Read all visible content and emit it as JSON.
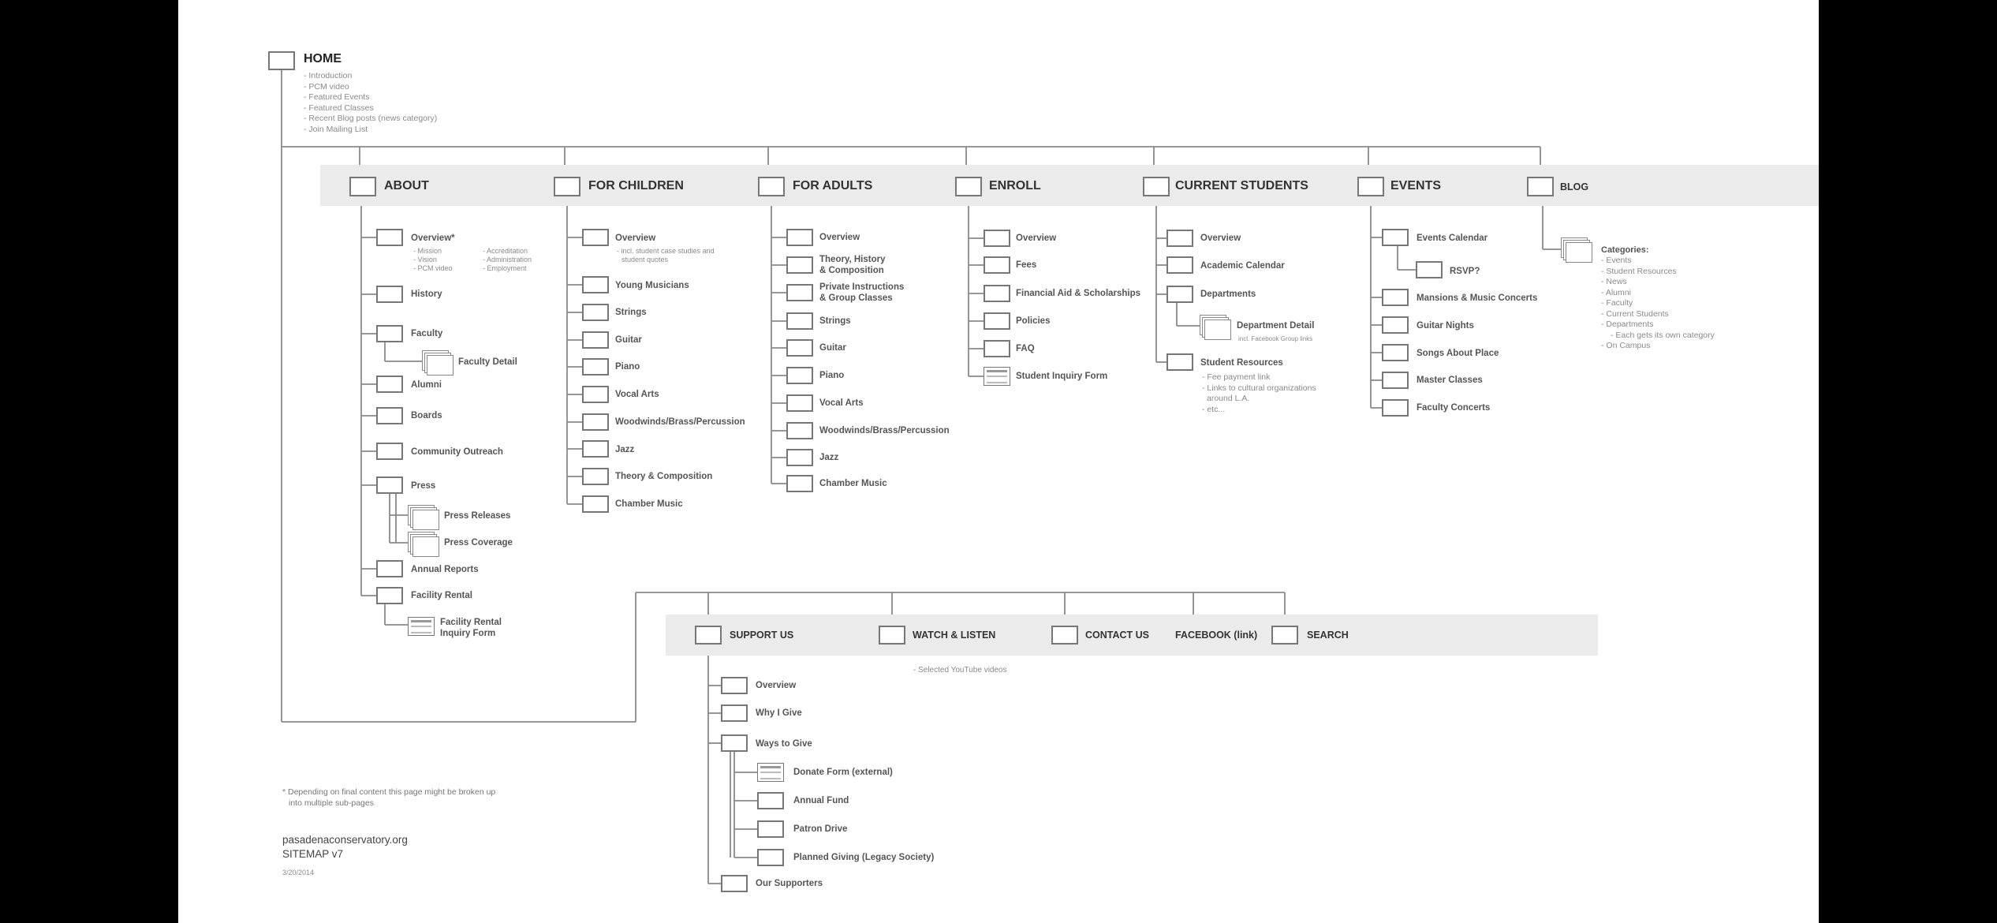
{
  "home": {
    "label": "HOME",
    "notes": [
      "- Introduction",
      "- PCM video",
      "- Featured Events",
      "- Featured Classes",
      "- Recent Blog posts (news category)",
      "- Join Mailing List"
    ]
  },
  "sections": {
    "about": {
      "label": "ABOUT",
      "items": [
        {
          "label": "Overview*"
        },
        {
          "label": "History"
        },
        {
          "label": "Faculty"
        },
        {
          "label": "Alumni"
        },
        {
          "label": "Boards"
        },
        {
          "label": "Community Outreach"
        },
        {
          "label": "Press"
        },
        {
          "label": "Annual Reports"
        },
        {
          "label": "Facility Rental"
        }
      ],
      "overview_notes_left": [
        "- Mission",
        "- Vision",
        "- PCM video"
      ],
      "overview_notes_right": [
        "- Accreditation",
        "- Administration",
        "- Employment"
      ],
      "faculty_detail": "Faculty Detail",
      "press_children": [
        "Press Releases",
        "Press Coverage"
      ],
      "facility_form": [
        "Facility Rental",
        "Inquiry Form"
      ]
    },
    "children": {
      "label": "FOR CHILDREN",
      "items": [
        {
          "label": "Overview"
        },
        {
          "label": "Young Musicians"
        },
        {
          "label": "Strings"
        },
        {
          "label": "Guitar"
        },
        {
          "label": "Piano"
        },
        {
          "label": "Vocal Arts"
        },
        {
          "label": "Woodwinds/Brass/Percussion"
        },
        {
          "label": "Jazz"
        },
        {
          "label": "Theory & Composition"
        },
        {
          "label": "Chamber Music"
        }
      ],
      "overview_notes": [
        "- incl. student case studies and",
        "student quotes"
      ]
    },
    "adults": {
      "label": "FOR ADULTS",
      "items": [
        {
          "lines": [
            "Overview"
          ]
        },
        {
          "lines": [
            "Theory, History",
            "& Composition"
          ]
        },
        {
          "lines": [
            "Private Instructions",
            "& Group Classes"
          ]
        },
        {
          "lines": [
            "Strings"
          ]
        },
        {
          "lines": [
            "Guitar"
          ]
        },
        {
          "lines": [
            "Piano"
          ]
        },
        {
          "lines": [
            "Vocal Arts"
          ]
        },
        {
          "lines": [
            "Woodwinds/Brass/Percussion"
          ]
        },
        {
          "lines": [
            "Jazz"
          ]
        },
        {
          "lines": [
            "Chamber Music"
          ]
        }
      ]
    },
    "enroll": {
      "label": "ENROLL",
      "items": [
        {
          "label": "Overview"
        },
        {
          "label": "Fees"
        },
        {
          "label": "Financial Aid & Scholarships"
        },
        {
          "label": "Policies"
        },
        {
          "label": "FAQ"
        },
        {
          "label": "Student Inquiry Form"
        }
      ]
    },
    "students": {
      "label": "CURRENT STUDENTS",
      "items": [
        {
          "label": "Overview"
        },
        {
          "label": "Academic Calendar"
        },
        {
          "label": "Departments"
        },
        {
          "label": "Student Resources"
        }
      ],
      "dept_detail": "Department Detail",
      "dept_note": "incl. Facebook Group links",
      "resources_notes": [
        "- Fee payment link",
        "- Links to cultural organizations",
        "around L.A.",
        "- etc..."
      ]
    },
    "events": {
      "label": "EVENTS",
      "items": [
        {
          "label": "Events Calendar"
        },
        {
          "label": "Mansions & Music Concerts"
        },
        {
          "label": "Guitar Nights"
        },
        {
          "label": "Songs About Place"
        },
        {
          "label": "Master Classes"
        },
        {
          "label": "Faculty Concerts"
        }
      ],
      "rsvp": "RSVP?"
    },
    "blog": {
      "label": "BLOG",
      "categories_title": "Categories:",
      "categories": [
        "- Events",
        "- Student Resources",
        "- News",
        "- Alumni",
        "- Faculty",
        "- Current Students",
        "- Departments",
        "- Each gets its own category",
        "- On Campus"
      ]
    }
  },
  "bottom": {
    "support": {
      "label": "SUPPORT US",
      "items": [
        "Overview",
        "Why I Give",
        "Ways to Give",
        "Our Supporters"
      ],
      "ways": [
        "Donate Form (external)",
        "Annual Fund",
        "Patron Drive",
        "Planned Giving (Legacy Society)"
      ]
    },
    "watch": {
      "label": "WATCH & LISTEN",
      "note": "- Selected YouTube videos"
    },
    "contact": {
      "label": "CONTACT US"
    },
    "facebook": {
      "label": "FACEBOOK (link)"
    },
    "search": {
      "label": "SEARCH"
    }
  },
  "footer": {
    "footnote": [
      "* Depending on final content this page might be broken up",
      "into multiple sub-pages"
    ],
    "site": "pasadenaconservatory.org",
    "version": "SITEMAP v7",
    "date": "3/20/2014"
  },
  "colors": {
    "outside": "#000000",
    "sheet": "#ffffff",
    "band": "#ebebeb",
    "line": "#888888",
    "box_border": "#777777"
  }
}
